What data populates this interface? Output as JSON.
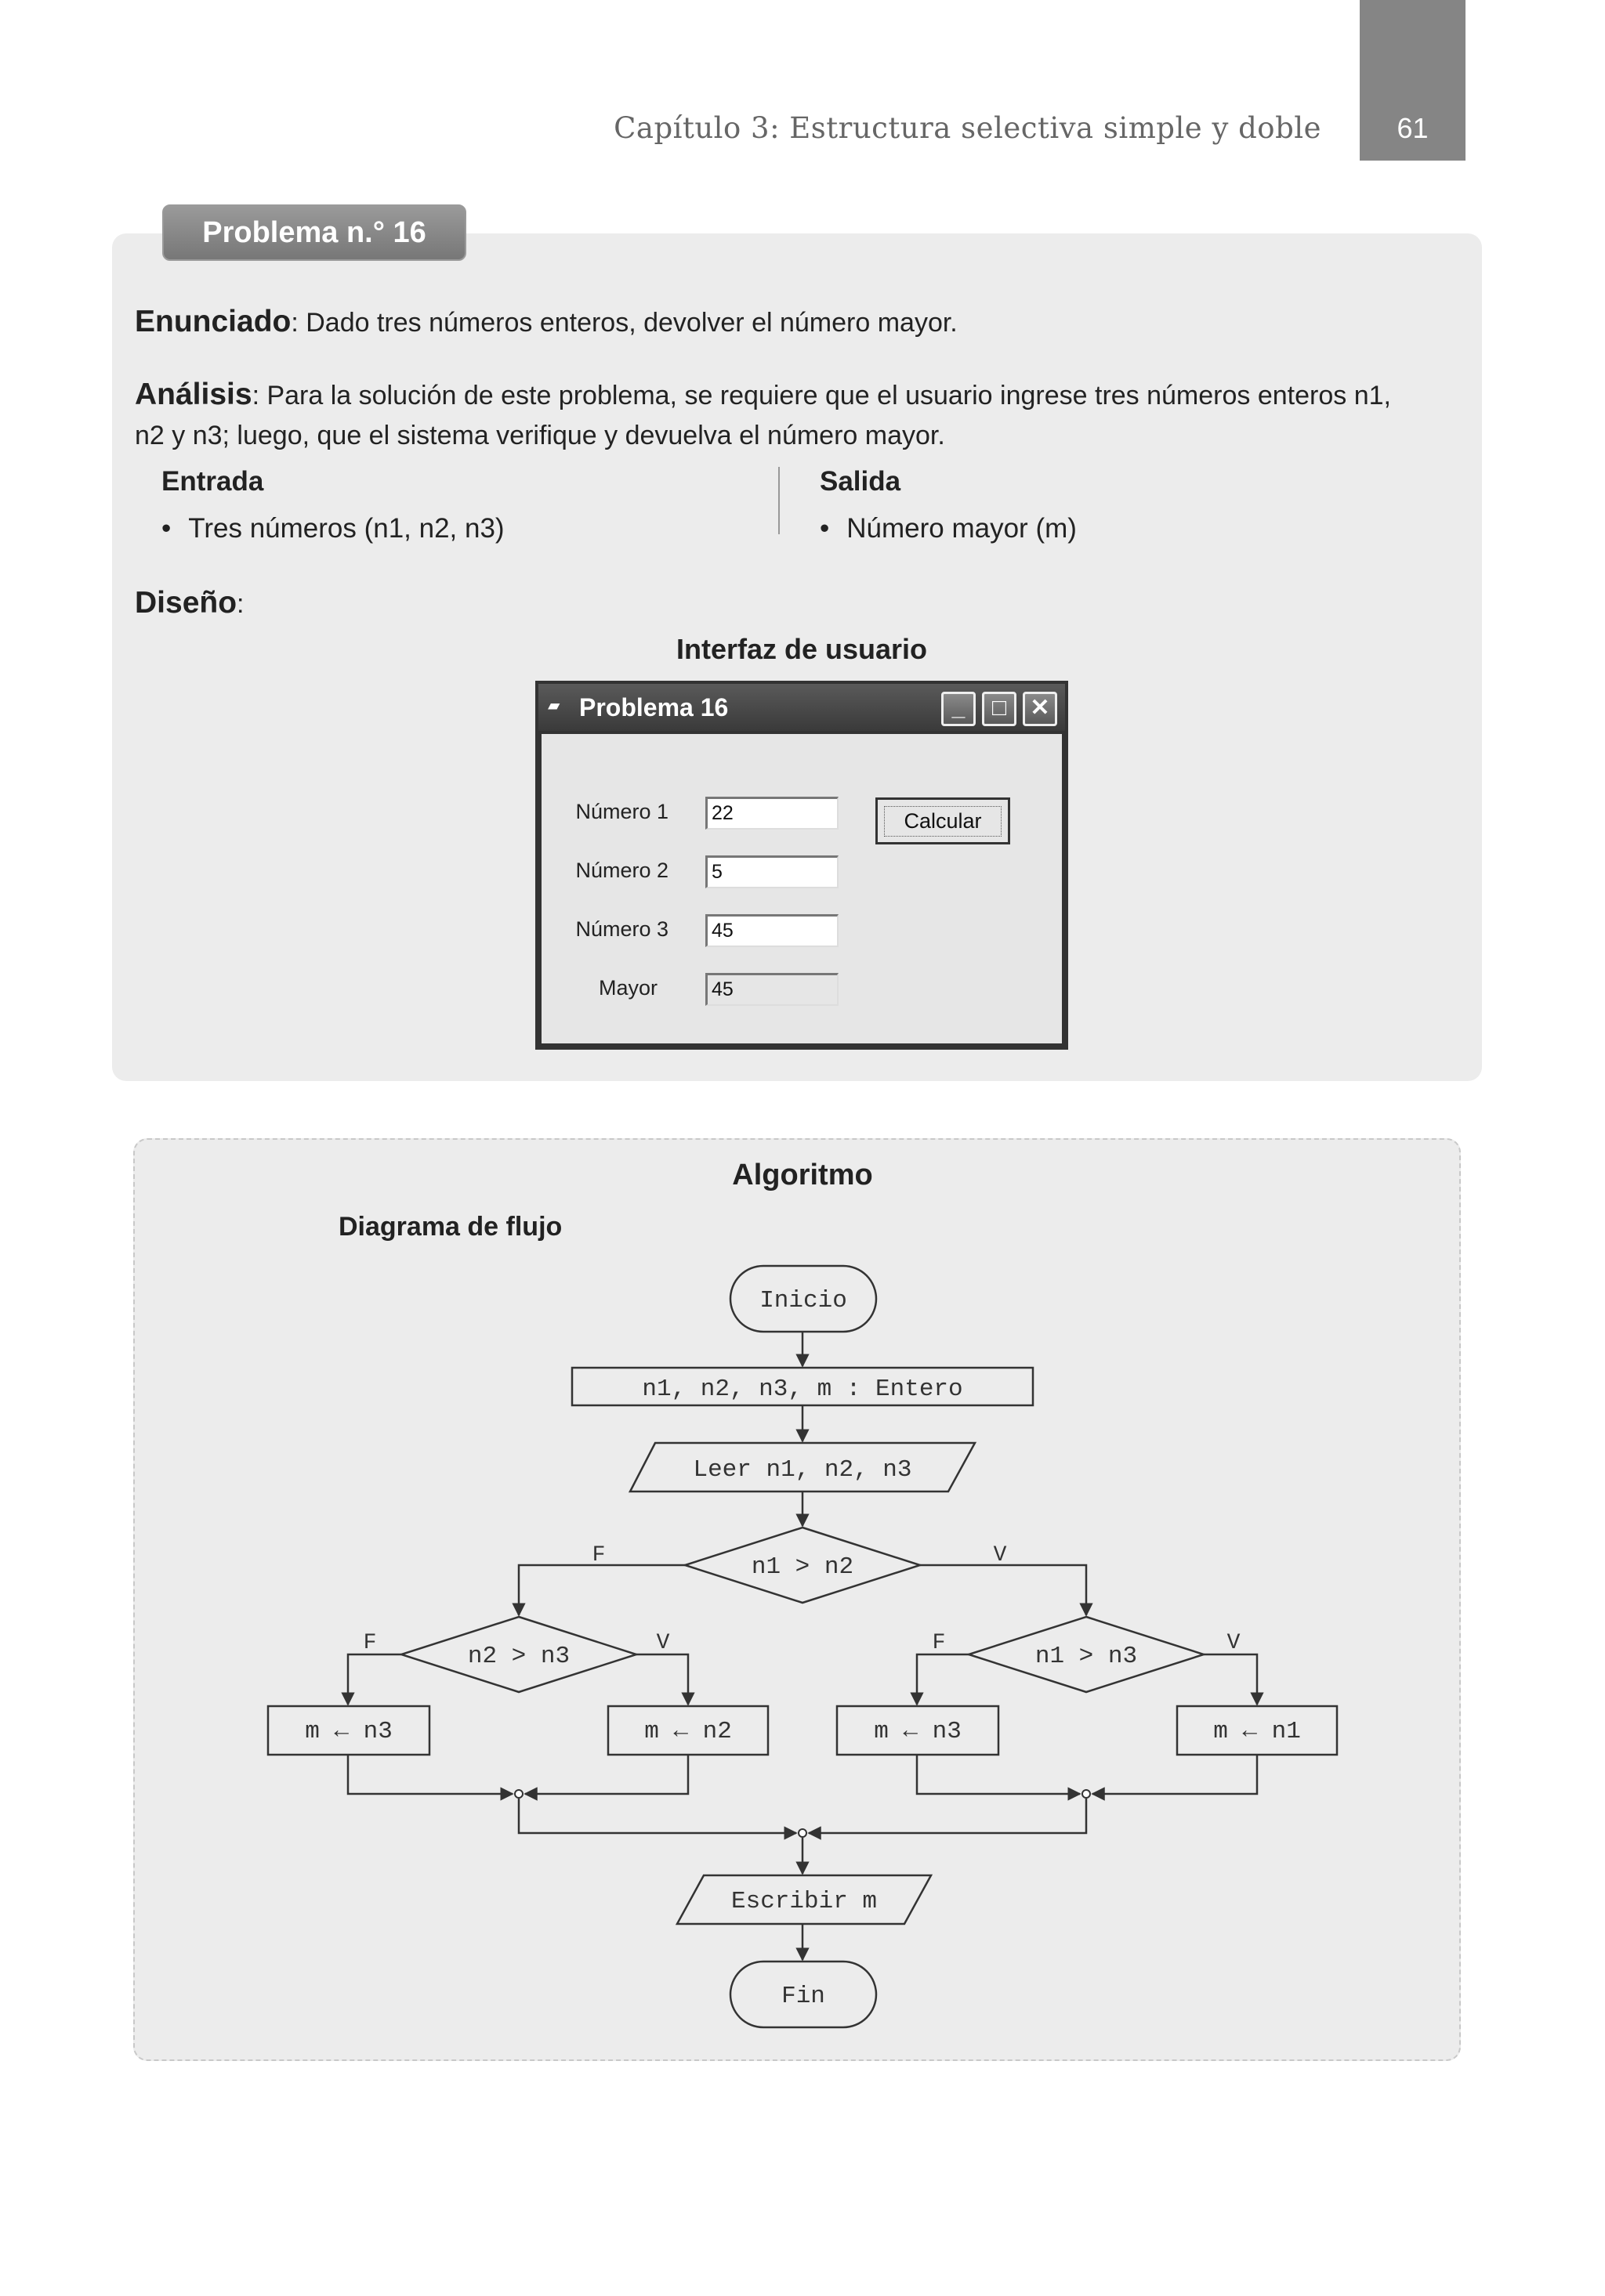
{
  "header": {
    "chapter_title": "Capítulo 3: Estructura selectiva simple y doble",
    "page_number": "61"
  },
  "problem": {
    "tag": "Problema n.° 16",
    "enunciado_label": "Enunciado",
    "enunciado_text": ": Dado tres números enteros, devolver el número mayor.",
    "analisis_label": "Análisis",
    "analisis_text_1": ": Para la solución de este problema, se requiere que el usuario ingrese tres números enteros n1,",
    "analisis_text_2": "n2 y n3; luego, que el sistema verifique y devuelva el número mayor.",
    "entrada_label": "Entrada",
    "entrada_item": "Tres números  (n1, n2, n3)",
    "salida_label": "Salida",
    "salida_item": "Número mayor (m)",
    "diseno_label": "Diseño",
    "diseno_colon": ":",
    "interfaz_label": "Interfaz de usuario",
    "bullet": "•"
  },
  "window": {
    "title": "Problema 16",
    "title_icon": "window-icon",
    "minimize_glyph": "_",
    "maximize_glyph": "□",
    "close_glyph": "✕",
    "fields": [
      {
        "label": "Número 1",
        "value": "22"
      },
      {
        "label": "Número 2",
        "value": "5"
      },
      {
        "label": "Número 3",
        "value": "45"
      },
      {
        "label": "Mayor",
        "value": "45"
      }
    ],
    "calc_label": "Calcular"
  },
  "algorithm": {
    "title": "Algoritmo",
    "subtitle": "Diagrama de flujo",
    "inicio": "Inicio",
    "declare": "n1, n2, n3, m : Entero",
    "read": "Leer n1, n2, n3",
    "cond_main": "n1 > n2",
    "cond_left": "n2 > n3",
    "cond_right": "n1 > n3",
    "false_label": "F",
    "true_label": "V",
    "assign_ll": "m ← n3",
    "assign_lr": "m ← n2",
    "assign_rl": "m ← n3",
    "assign_rr": "m ← n1",
    "write": "Escribir m",
    "fin": "Fin"
  }
}
